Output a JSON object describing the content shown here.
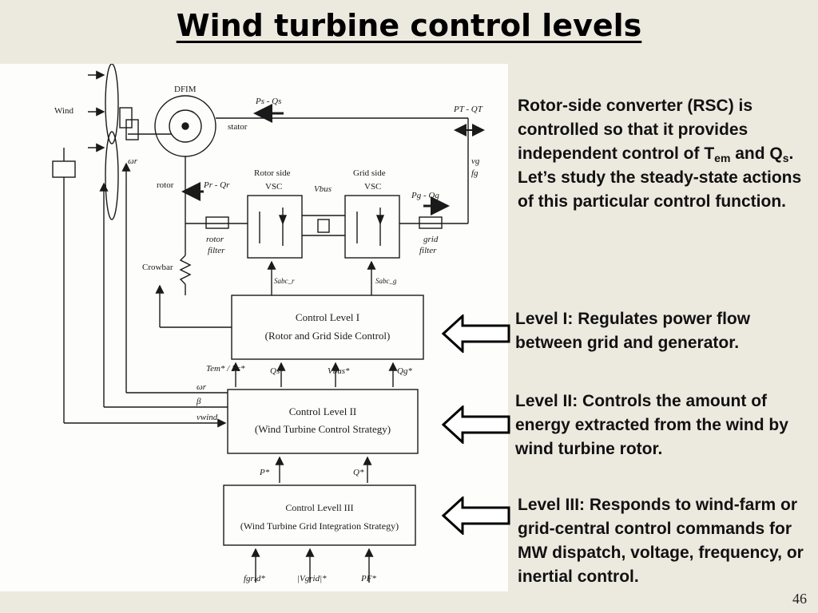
{
  "title": "Wind turbine control levels",
  "page_number": "46",
  "rsc": {
    "part1": "Rotor-side converter (RSC) is controlled so that it provides independent control of T",
    "sub1": "em",
    "part2": " and Q",
    "sub2": "s",
    "part3": ". Let’s study the steady-state actions of this particular control function."
  },
  "levels": [
    {
      "text": "Level I: Regulates power flow between grid and generator."
    },
    {
      "text": "Level II: Controls the amount of energy extracted from the wind by wind turbine rotor."
    },
    {
      "text": "Level III: Responds to wind-farm or grid-central control commands for MW dispatch, voltage, frequency, or inertial control."
    }
  ],
  "diagram": {
    "wind": "Wind",
    "dfim": "DFIM",
    "ps_qs": "Ps - Qs",
    "stator": "stator",
    "pt_qt": "PT - QT",
    "vg": "vg",
    "fg": "fg",
    "omega_r": "ωr",
    "rotor": "rotor",
    "pr_qr": "Pr - Qr",
    "rotor_side": "Rotor side",
    "vsc1": "VSC",
    "vbus": "Vbus",
    "grid_side": "Grid side",
    "vsc2": "VSC",
    "pg_qg": "Pg - Qg",
    "rotor_filter_1": "rotor",
    "rotor_filter_2": "filter",
    "grid_filter_1": "grid",
    "grid_filter_2": "filter",
    "crowbar": "Crowbar",
    "sabc_r": "Sabc_r",
    "sabc_g": "Sabc_g",
    "cl1_line1": "Control Level I",
    "cl1_line2": "(Rotor and Grid Side Control)",
    "tem_ps": "Tem* / Ps*",
    "qs_star": "Qs*",
    "vbus_star": "Vbus*",
    "qg_star": "Qg*",
    "omega_r2": "ωr",
    "beta": "β",
    "vwind": "vwind",
    "cl2_line1": "Control Level II",
    "cl2_line2": "(Wind Turbine Control Strategy)",
    "p_star": "P*",
    "q_star": "Q*",
    "cl3_line1": "Control Levell III",
    "cl3_line2": "(Wind Turbine Grid Integration Strategy)",
    "fgrid_star": "fgrid*",
    "vgrid_star": "|Vgrid|*",
    "pf_star": "PF*"
  }
}
